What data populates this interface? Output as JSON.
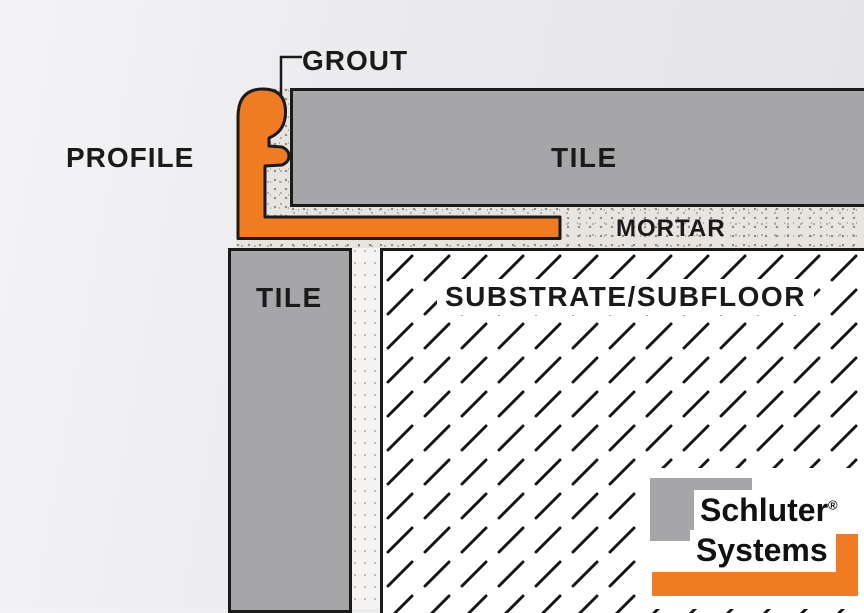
{
  "diagram": {
    "labels": {
      "grout": "GROUT",
      "profile": "PROFILE",
      "tile_top": "TILE",
      "mortar": "MORTAR",
      "tile_left": "TILE",
      "substrate": "SUBSTRATE/SUBFLOOR"
    },
    "colors": {
      "profile_orange": "#ef7b23",
      "tile_gray": "#a6a6a8",
      "outline_black": "#1a1a1a",
      "mortar_stipple_bg": "#e8e5e1",
      "substrate_white": "#ffffff",
      "page_background": "#eaeaec"
    }
  },
  "logo": {
    "brand_line1": "Schluter",
    "registered_mark": "®",
    "brand_line2": "Systems"
  }
}
